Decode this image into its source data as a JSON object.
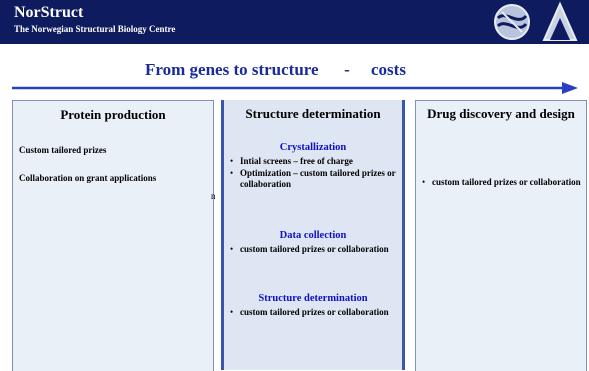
{
  "header": {
    "title": "NorStruct",
    "subtitle": "The Norwegian Structural Biology Centre",
    "colors": {
      "band": "#0f1b5f",
      "heading": "#1a2b9a",
      "subheading": "#1010c8"
    }
  },
  "heading": {
    "left": "From genes to structure",
    "separator": "-",
    "right": "costs"
  },
  "columns": {
    "protein": {
      "title": "Protein production",
      "lines": [
        "Custom tailored prizes",
        "Collaboration on grant applications"
      ]
    },
    "structure": {
      "title": "Structure determination",
      "sections": [
        {
          "title": "Crystallization",
          "bullets": [
            "Intial screens – free of charge",
            "Optimization – custom tailored prizes or collaboration"
          ]
        },
        {
          "title": "Data collection",
          "bullets": [
            "custom tailored prizes or collaboration"
          ]
        },
        {
          "title": "Structure determination",
          "bullets": [
            "custom tailored prizes or collaboration"
          ]
        }
      ]
    },
    "drug": {
      "title": "Drug discovery and design",
      "bullets": [
        "custom tailored prizes or collaboration"
      ]
    }
  },
  "stray_char": "n",
  "bullet_char": "•"
}
